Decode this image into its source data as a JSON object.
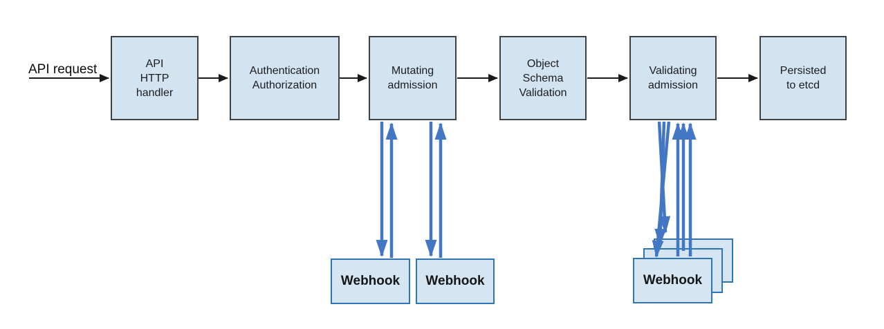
{
  "diagram": {
    "request_label": "API request",
    "pipeline": [
      {
        "id": "api-http-handler",
        "label": "API\nHTTP\nhandler"
      },
      {
        "id": "authentication-authorization",
        "label": "Authentication\nAuthorization"
      },
      {
        "id": "mutating-admission",
        "label": "Mutating\nadmission"
      },
      {
        "id": "object-schema-validation",
        "label": "Object\nSchema\nValidation"
      },
      {
        "id": "validating-admission",
        "label": "Validating\nadmission"
      },
      {
        "id": "persisted-to-etcd",
        "label": "Persisted\nto etcd"
      }
    ],
    "mutating_webhooks": [
      {
        "label": "Webhook"
      },
      {
        "label": "Webhook"
      }
    ],
    "validating_webhooks": [
      {
        "label": "Webhook"
      },
      {
        "label": "Webhook"
      },
      {
        "label": "Webhook"
      }
    ],
    "colors": {
      "box_fill": "#d2e3f1",
      "box_border": "#3f4245",
      "webhook_border": "#2e75b6",
      "flow_arrow": "#1a1a1a",
      "webhook_arrow": "#4377c4",
      "background": "#ffffff"
    }
  }
}
